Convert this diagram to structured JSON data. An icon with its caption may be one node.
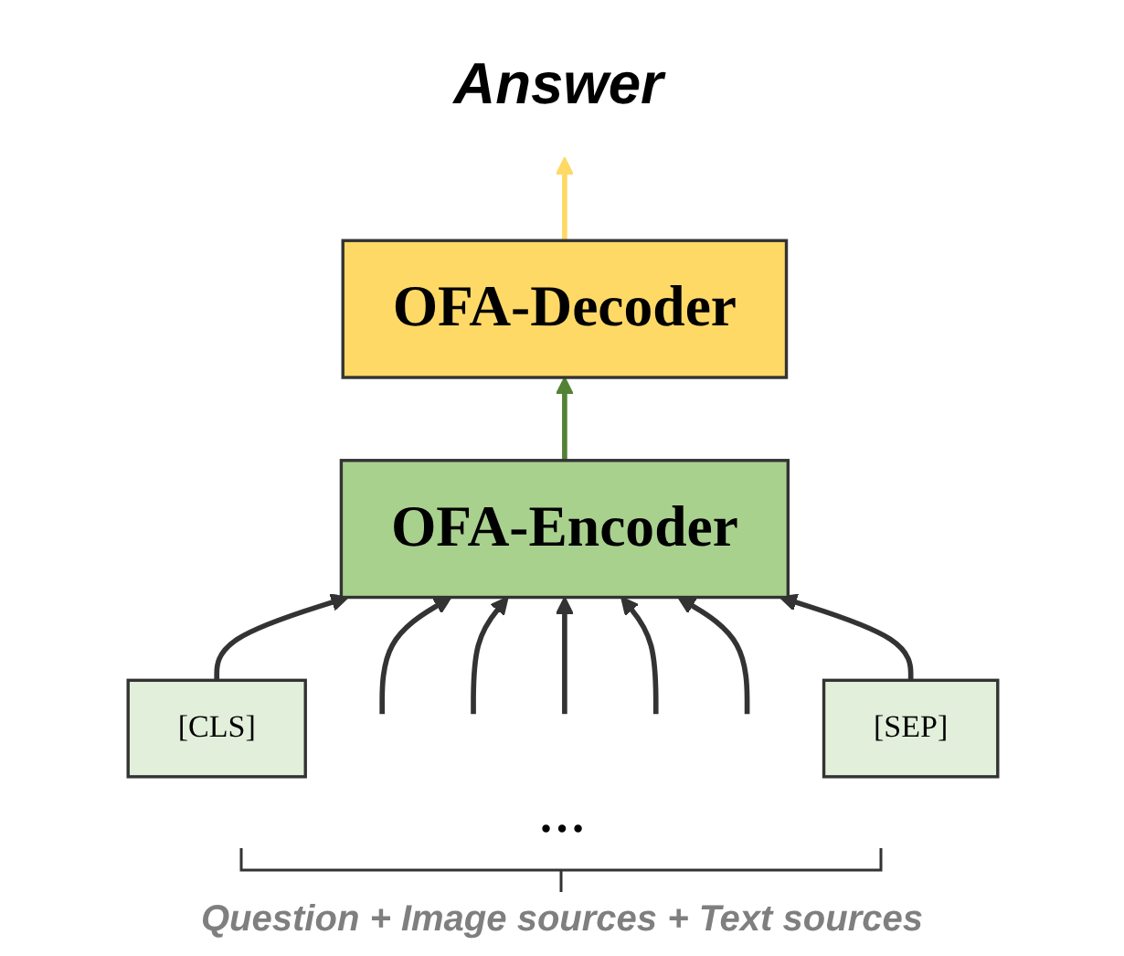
{
  "diagram": {
    "nodes": [
      {
        "text": [
          "Answer"
        ]
      },
      {
        "text": [
          "OFA-Decoder"
        ]
      },
      {
        "text": [
          "OFA-Encoder"
        ]
      },
      {
        "text": [
          "[CLS]"
        ]
      },
      {
        "text": [
          "[SEP]"
        ]
      }
    ],
    "edges": [
      {
        "from": 1,
        "to": 0,
        "arrow": "to",
        "color": "#ffd966"
      },
      {
        "from": 2,
        "to": 1,
        "arrow": "to",
        "color": "#548235"
      },
      {
        "from": 3,
        "to": 2,
        "arrow": "to"
      },
      {
        "from": null,
        "to": 2,
        "arrow": "to"
      },
      {
        "from": null,
        "to": 2,
        "arrow": "to"
      },
      {
        "from": null,
        "to": 2,
        "arrow": "to"
      },
      {
        "from": null,
        "to": 2,
        "arrow": "to"
      },
      {
        "from": null,
        "to": 2,
        "arrow": "to"
      },
      {
        "from": 4,
        "to": 2,
        "arrow": "to"
      }
    ],
    "labels": [
      "…",
      "Question + Image sources + Text sources"
    ]
  }
}
